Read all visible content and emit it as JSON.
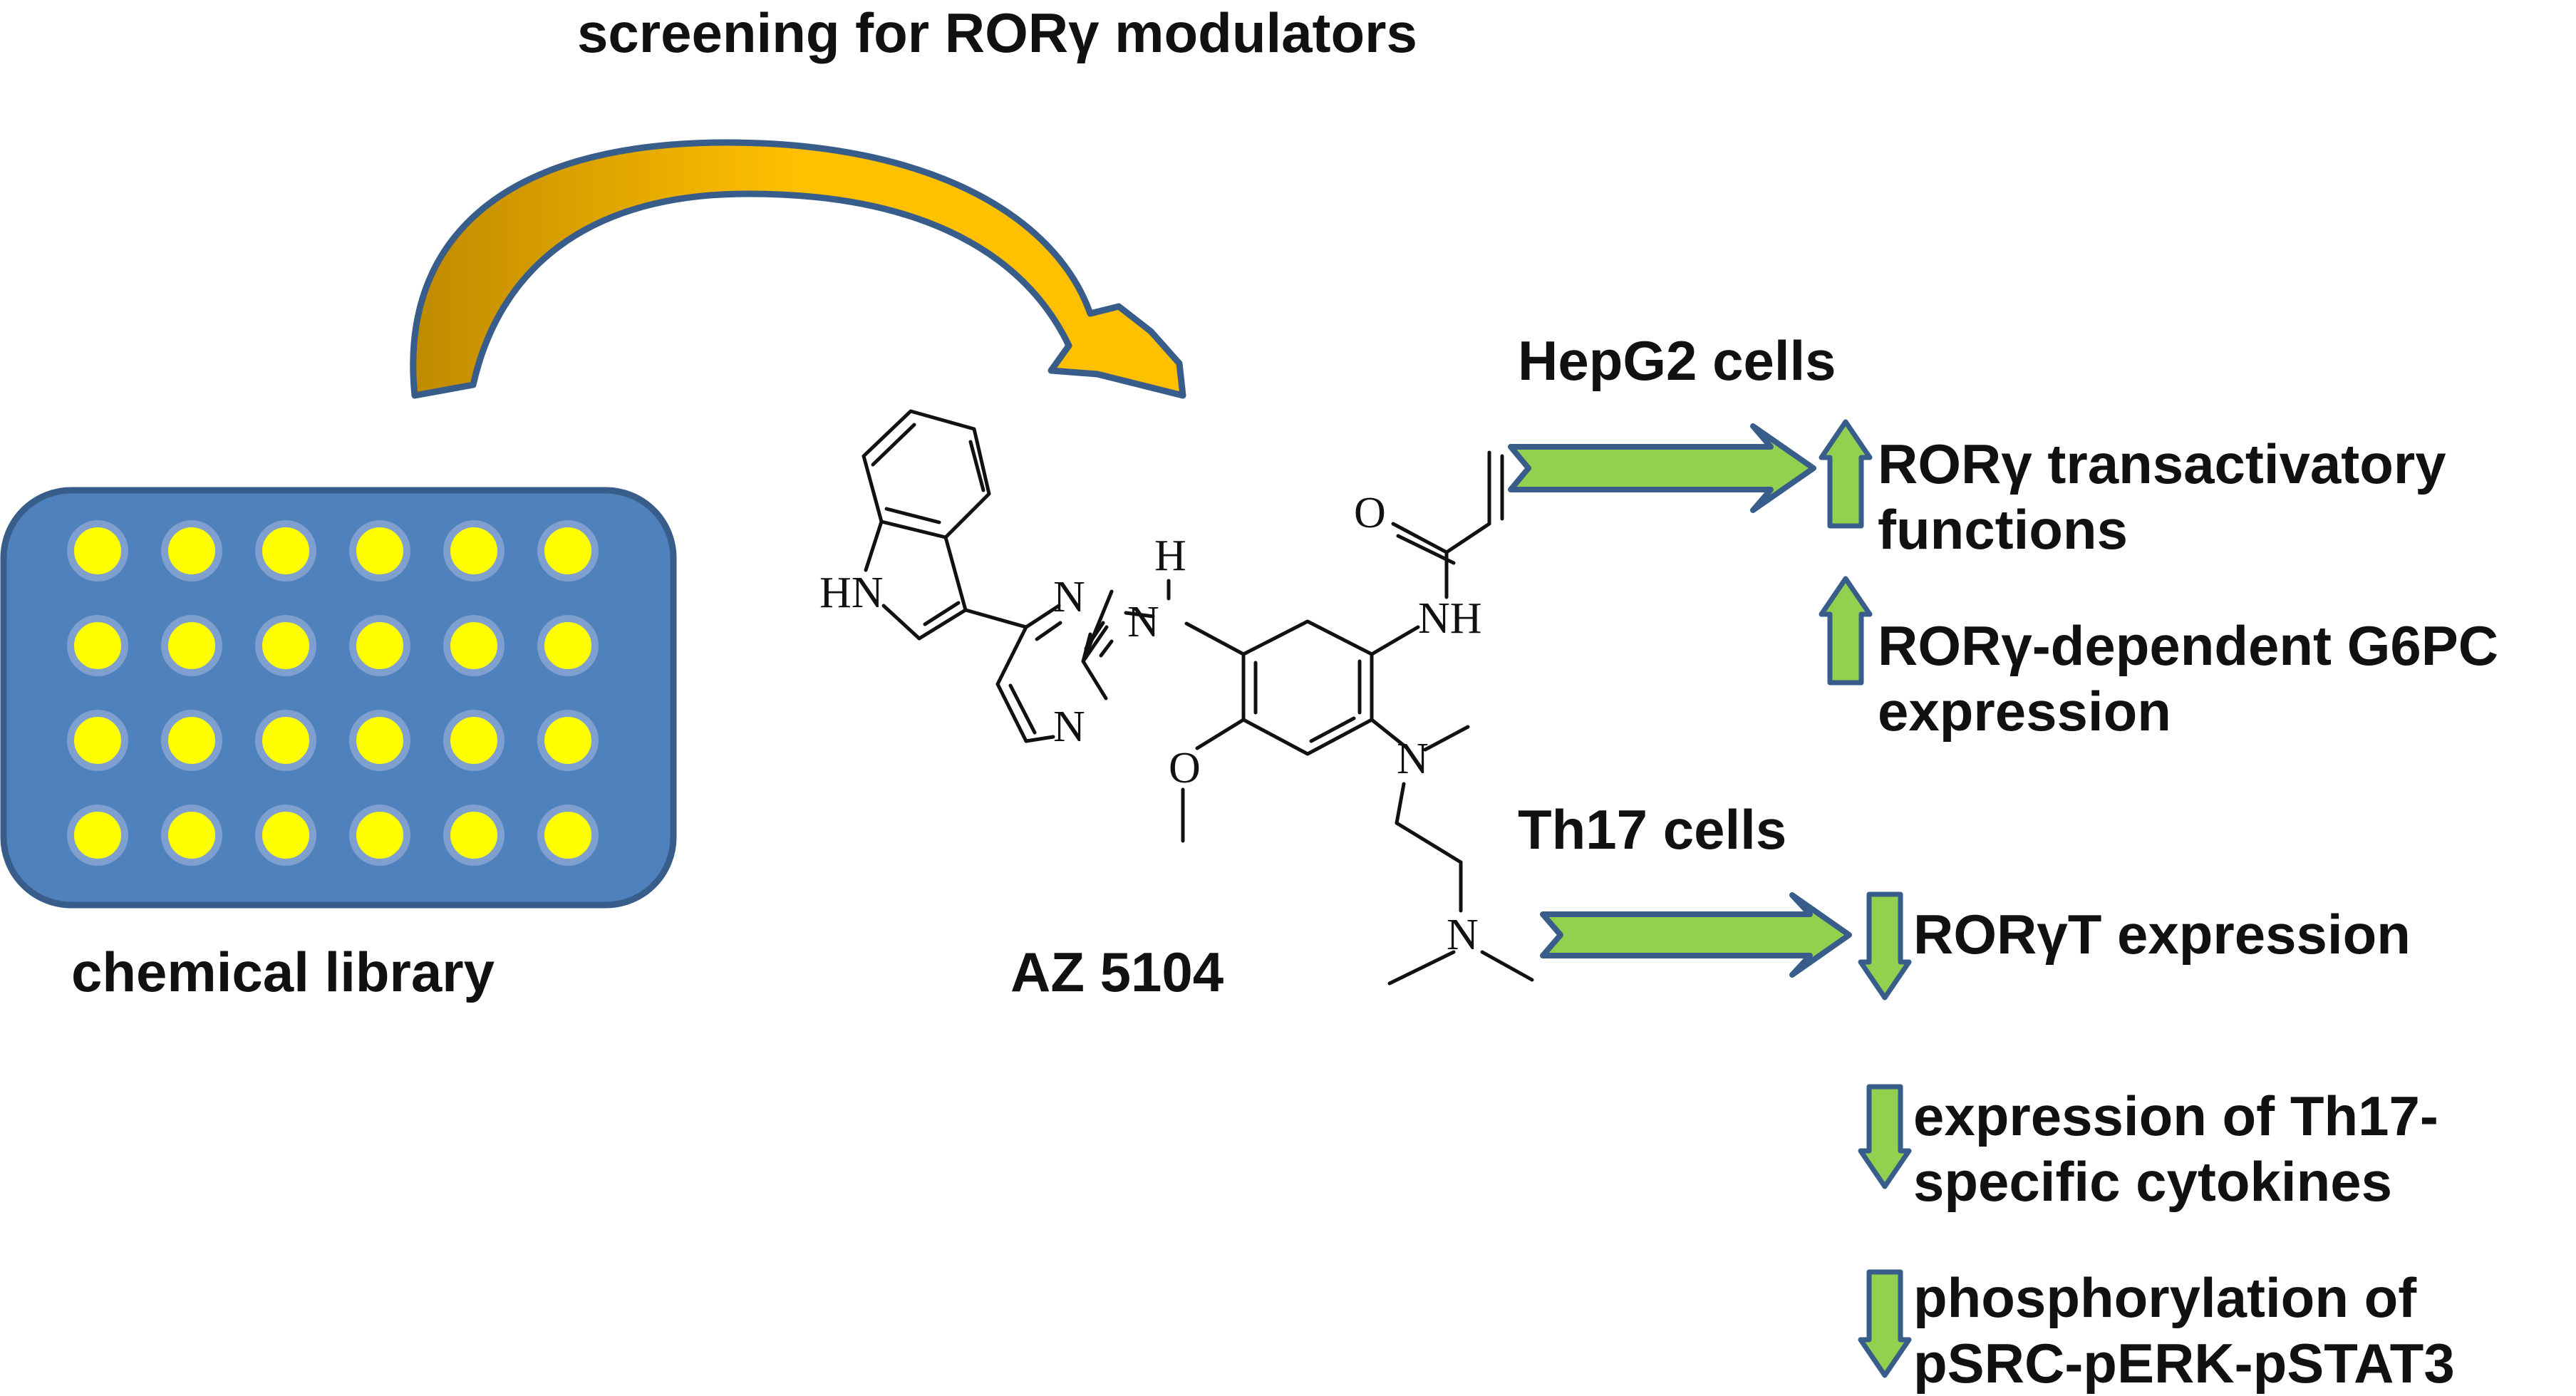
{
  "title": "screening for RORγ modulators",
  "library": {
    "label": "chemical library",
    "plate_rows": 4,
    "plate_cols": 6,
    "plate_color": "#4f81bd",
    "well_color": "#ffff00"
  },
  "compound": {
    "name": "AZ 5104",
    "atoms": {
      "hn_indole": "HN",
      "n_pyr_1": "N",
      "n_pyr_2": "N",
      "h_amine": "H",
      "n_amine": "N",
      "o_methoxy": "O",
      "o_carbonyl": "O",
      "nh_amide": "NH",
      "n_tertiary": "N",
      "n_dimethyl": "N"
    }
  },
  "screen_arrow_color": "#ffc000",
  "effect_arrow_color": "#92d050",
  "hepg2": {
    "header": "HepG2 cells",
    "effects": [
      {
        "direction": "up",
        "lines": [
          "RORγ transactivatory",
          "functions"
        ]
      },
      {
        "direction": "up",
        "lines": [
          "RORγ-dependent G6PC",
          "expression"
        ]
      }
    ]
  },
  "th17": {
    "header": "Th17 cells",
    "effects": [
      {
        "direction": "down",
        "lines": [
          "RORγT expression"
        ]
      },
      {
        "direction": "down",
        "lines": [
          "expression of Th17-",
          "specific cytokines"
        ]
      },
      {
        "direction": "down",
        "lines": [
          "phosphorylation of",
          "pSRC-pERK-pSTAT3"
        ]
      }
    ]
  }
}
